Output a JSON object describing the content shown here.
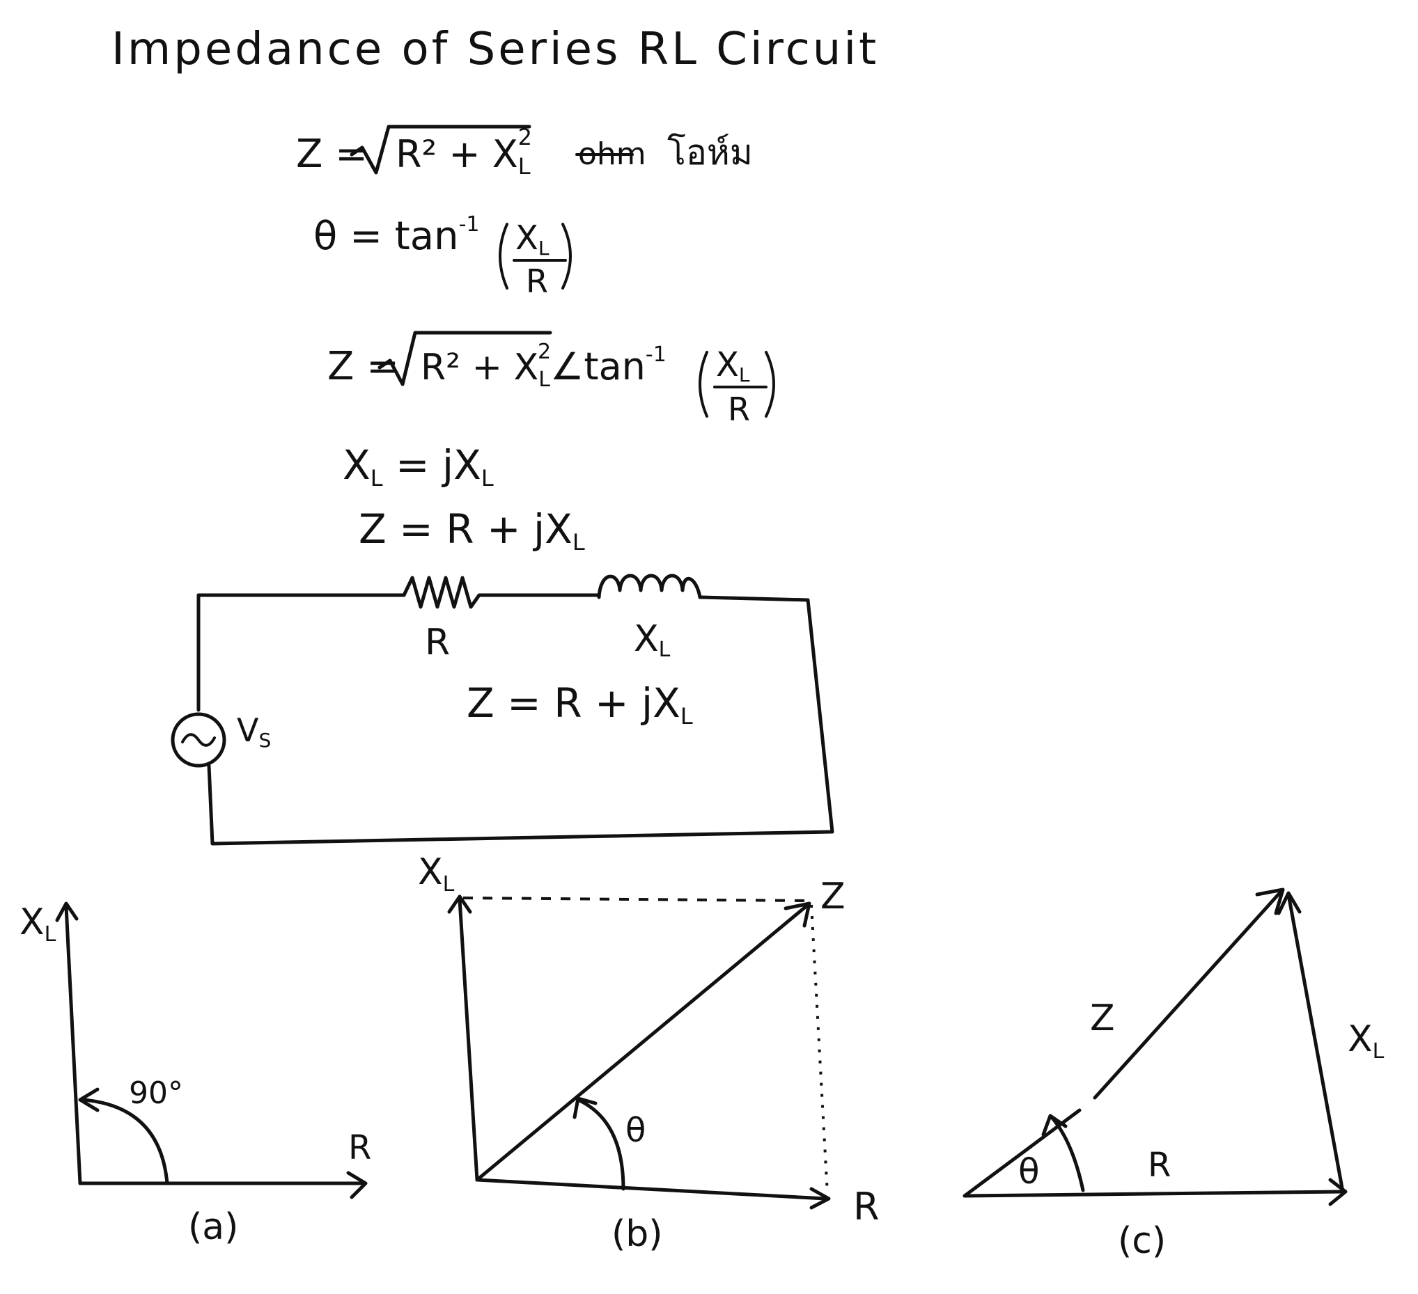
{
  "title": "Impedance of Series RL Circuit",
  "equations": {
    "eq1_lhs": "Z = ",
    "eq1_rad": "R² + X",
    "eq1_sub": "L",
    "eq1_sup": "2",
    "eq1_unit_struck": "ohm",
    "eq1_unit": "โอห์ม",
    "eq2_lhs": "θ = tan",
    "eq2_sup": "-1",
    "eq2_num": "X",
    "eq2_num_sub": "L",
    "eq2_den": "R",
    "eq3_lhs": "Z = ",
    "eq3_rad": "R² + X",
    "eq3_sub": "L",
    "eq3_sup": "2",
    "eq3_angle": "∠tan",
    "eq3_angle_sup": "-1",
    "eq3_num": "X",
    "eq3_num_sub": "L",
    "eq3_den": "R",
    "eq4_lhs": "X",
    "eq4_lhs_sub": "L",
    "eq4_rhs": " = jX",
    "eq4_rhs_sub": "L",
    "eq5": "Z = R + jX",
    "eq5_sub": "L"
  },
  "circuit": {
    "resistor_label": "R",
    "inductor_label": "X",
    "inductor_label_sub": "L",
    "source_label": "V",
    "source_label_sub": "S",
    "impedance_text": "Z = R + jX",
    "impedance_text_sub": "L"
  },
  "diagram_a": {
    "y_label": "X",
    "y_label_sub": "L",
    "x_label": "R",
    "angle_label": "90°",
    "caption": "(a)"
  },
  "diagram_b": {
    "y_label": "X",
    "y_label_sub": "L",
    "x_label": "R",
    "z_label": "Z",
    "angle_label": "θ",
    "caption": "(b)"
  },
  "diagram_c": {
    "z_label": "Z",
    "x_label": "R",
    "side_label": "X",
    "side_label_sub": "L",
    "angle_label": "θ",
    "caption": "(c)"
  }
}
